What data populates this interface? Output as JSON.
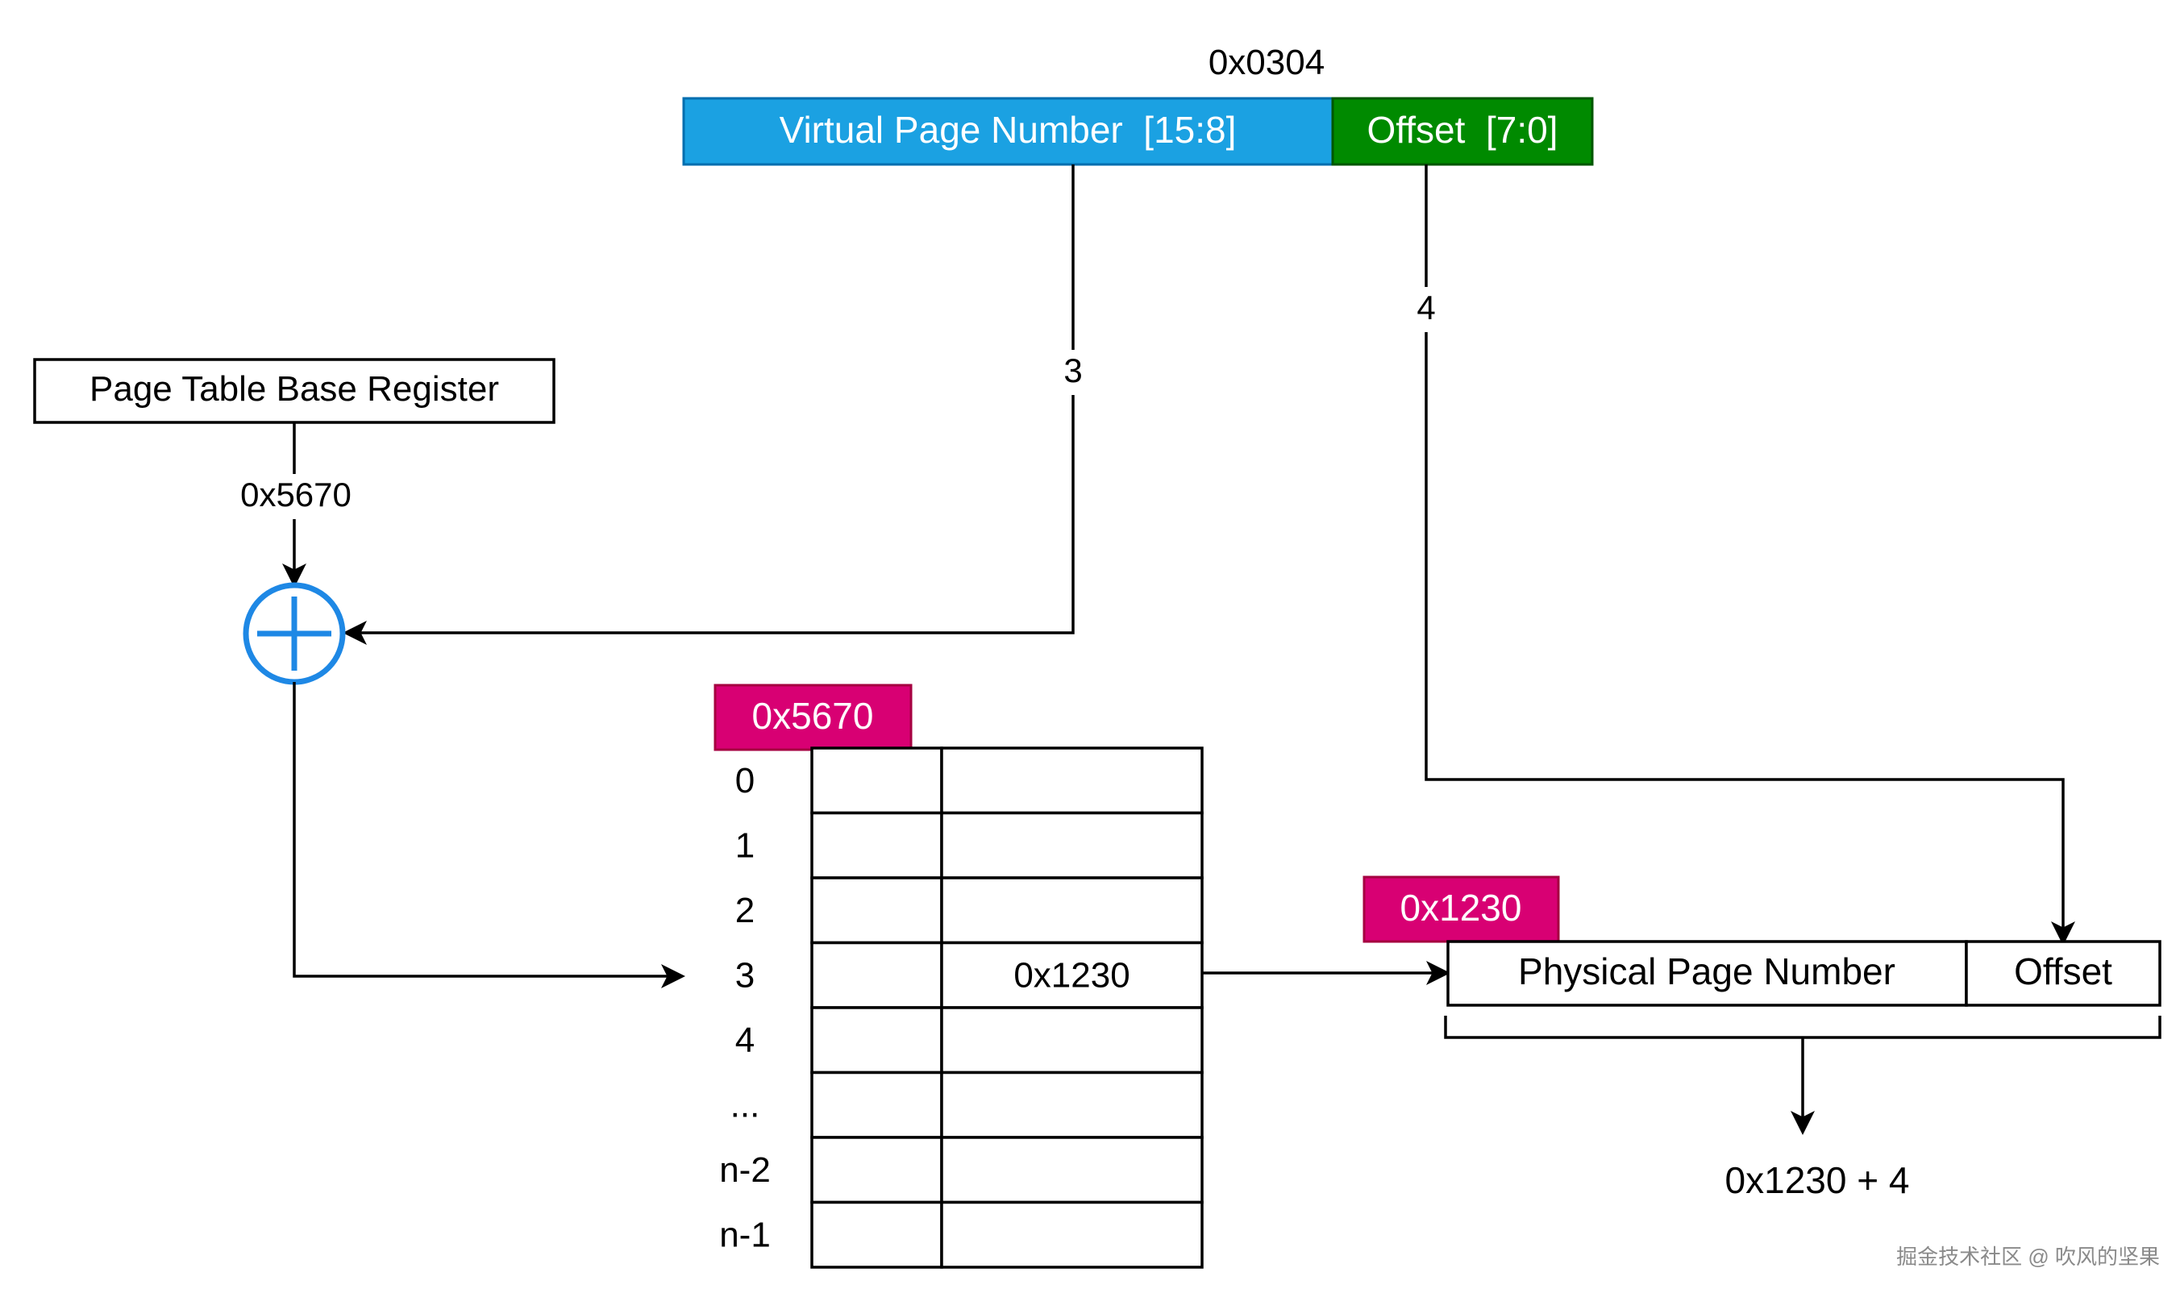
{
  "virtual_address": {
    "value": "0x0304",
    "vpn_label": "Virtual Page Number  [15:8]",
    "offset_label": "Offset  [7:0]",
    "vpn_color": "#1ba1e2",
    "offset_color": "#008a00"
  },
  "vpn_line_label": "3",
  "offset_line_label": "4",
  "ptbr": {
    "label": "Page Table Base Register",
    "value": "0x5670"
  },
  "adder_color": "#1e88e5",
  "page_table": {
    "base_tag": "0x5670",
    "tag_color": "#d80073",
    "rows": [
      {
        "index": "0",
        "entry": ""
      },
      {
        "index": "1",
        "entry": ""
      },
      {
        "index": "2",
        "entry": ""
      },
      {
        "index": "3",
        "entry": "0x1230"
      },
      {
        "index": "4",
        "entry": ""
      },
      {
        "index": "...",
        "entry": ""
      },
      {
        "index": "n-2",
        "entry": ""
      },
      {
        "index": "n-1",
        "entry": ""
      }
    ]
  },
  "physical_address": {
    "tag": "0x1230",
    "ppn_label": "Physical Page Number",
    "offset_label": "Offset",
    "result": "0x1230 + 4"
  },
  "watermark": "掘金技术社区 @ 吹风的坚果"
}
